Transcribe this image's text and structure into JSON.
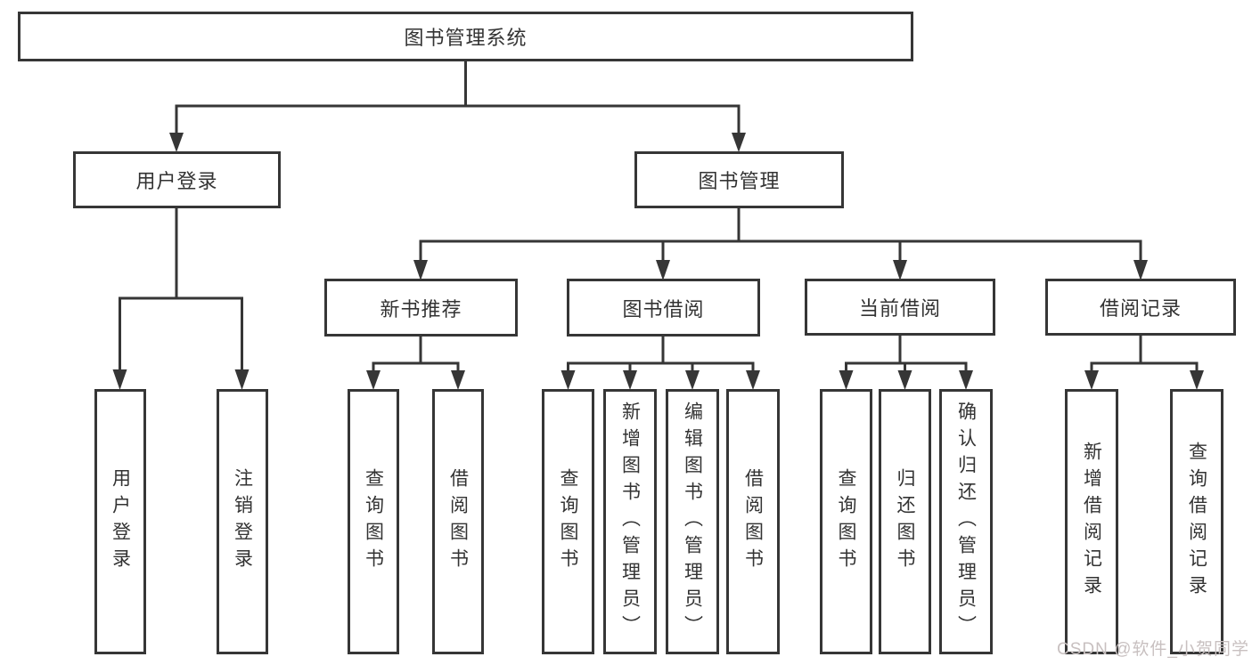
{
  "diagram": {
    "title": "图书管理系统",
    "branches": {
      "user": {
        "label": "用户登录",
        "children": [
          "用户登录",
          "注销登录"
        ]
      },
      "book": {
        "label": "图书管理",
        "groups": {
          "recommend": {
            "label": "新书推荐",
            "children": [
              "查询图书",
              "借阅图书"
            ]
          },
          "borrow": {
            "label": "图书借阅",
            "children": [
              "查询图书",
              "新增图书（管理员）",
              "编辑图书（管理员）",
              "借阅图书"
            ]
          },
          "current": {
            "label": "当前借阅",
            "children": [
              "查询图书",
              "归还图书",
              "确认归还（管理员）"
            ]
          },
          "records": {
            "label": "借阅记录",
            "children": [
              "新增借阅记录",
              "查询借阅记录"
            ]
          }
        }
      }
    }
  },
  "watermark": "CSDN @软件_小贺同学",
  "colors": {
    "line": "#363636",
    "box_border": "#363636",
    "box_fill": "#ffffff",
    "text": "#333333",
    "watermark": "#c8c0c0"
  }
}
